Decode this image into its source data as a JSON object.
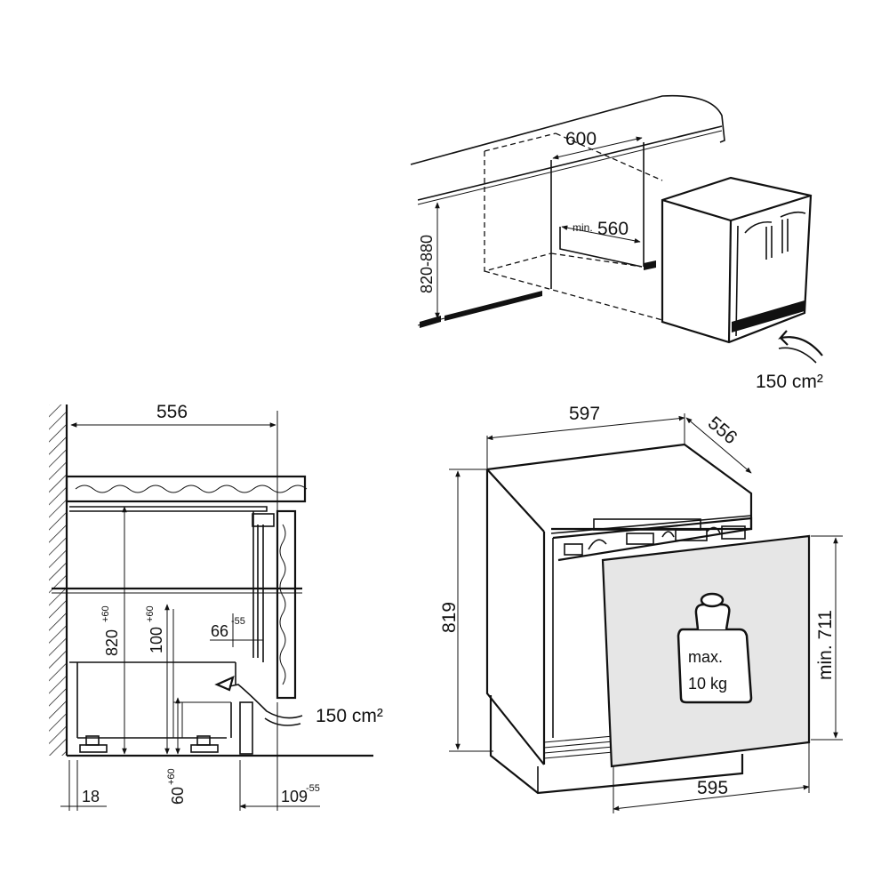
{
  "top_view": {
    "dim_width": "600",
    "dim_min_prefix": "min.",
    "dim_min_width": "560",
    "dim_height": "820-880",
    "ventilation": "150 cm²"
  },
  "side_view": {
    "dim_depth": "556",
    "dim_height": "820",
    "dim_height_tol": "+60",
    "dim_plinth": "100",
    "dim_plinth_tol": "+60",
    "dim_gap": "66",
    "dim_gap_tol": "-55",
    "ventilation": "150 cm²",
    "dim_foot": "60",
    "dim_foot_tol": "+60",
    "dim_wall": "18",
    "dim_front": "109",
    "dim_front_tol": "-55"
  },
  "product_view": {
    "dim_width": "597",
    "dim_depth": "556",
    "dim_height": "819",
    "dim_door_height": "min. 711",
    "dim_door_width": "595",
    "weight_line1": "max.",
    "weight_line2": "10 kg"
  }
}
